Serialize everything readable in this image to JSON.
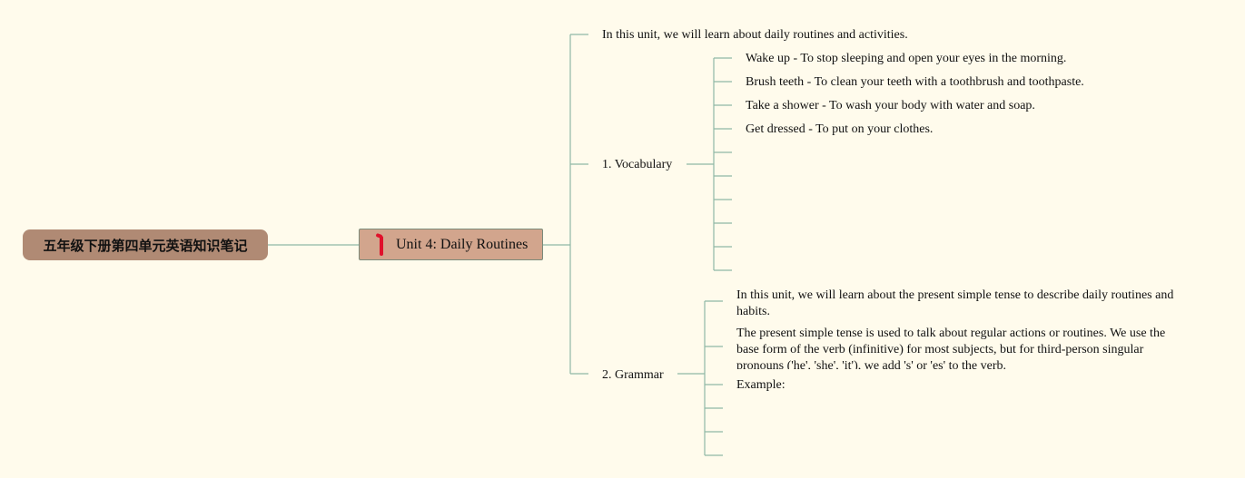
{
  "root": {
    "title": "五年级下册第四单元英语知识笔记"
  },
  "main": {
    "title": "Unit 4: Daily Routines"
  },
  "intro": "In this unit, we will learn about daily routines and activities.",
  "vocabulary": {
    "title": "1. Vocabulary",
    "items": [
      "Wake up - To stop sleeping and open your eyes in the morning.",
      "Brush teeth - To clean your teeth with a toothbrush and toothpaste.",
      "Take a shower - To wash your body with water and soap.",
      "Get dressed - To put on your clothes.",
      "",
      "",
      "",
      "",
      "",
      ""
    ]
  },
  "grammar": {
    "title": "2. Grammar",
    "items": [
      "In this unit, we will learn about the present simple tense to describe daily routines and habits.",
      "The present simple tense is used to talk about regular actions or routines. We use the base form of the verb (infinitive) for most subjects, but for third-person singular pronouns ('he', 'she', 'it'), we add 's' or 'es' to the verb.",
      "Example:",
      "",
      "",
      ""
    ]
  },
  "colors": {
    "line": "#8fb8a6",
    "background": "#fffbec",
    "root": "#b08a74",
    "main": "#d2a58d"
  }
}
